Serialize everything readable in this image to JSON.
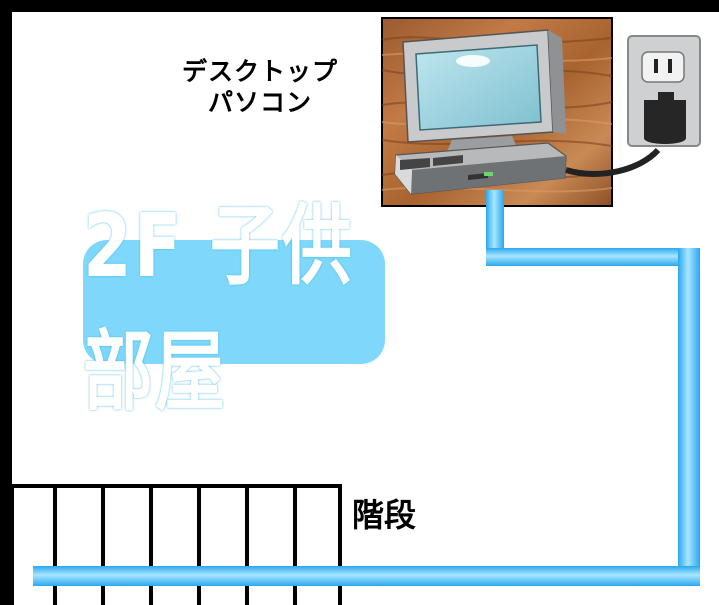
{
  "room_label": "2F 子供部屋",
  "pc_label": {
    "line1": "デスクトップ",
    "line2": "パソコン"
  },
  "stairs_label": "階段",
  "icons": [
    "desktop-computer-icon",
    "power-outlet-icon"
  ],
  "colors": {
    "wall": "#000000",
    "cable": "#33b5f5",
    "cable_highlight": "#a8e6ff",
    "room_badge": "#7fd8fb",
    "wood": "#b0683a",
    "outlet": "#cccccc"
  }
}
